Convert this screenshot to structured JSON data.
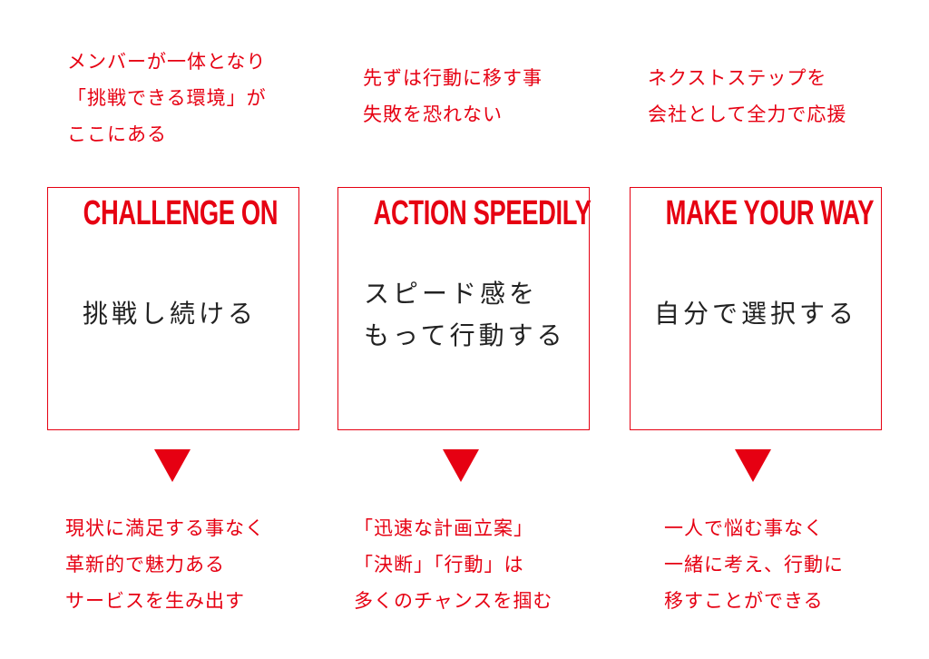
{
  "columns": [
    {
      "intro": [
        "メンバーが一体となり",
        "「挑戦できる環境」が",
        "ここにある"
      ],
      "title": "CHALLENGE ON",
      "body": [
        "挑戦し続ける"
      ],
      "result": [
        "現状に満足する事なく",
        "革新的で魅力ある",
        "サービスを生み出す"
      ]
    },
    {
      "intro": [
        "先ずは行動に移す事",
        "失敗を恐れない"
      ],
      "title": "ACTION SPEEDILY",
      "body": [
        "スピード感を",
        "もって行動する"
      ],
      "result": [
        "「迅速な計画立案」",
        "「決断」「行動」は",
        "多くのチャンスを掴む"
      ]
    },
    {
      "intro": [
        "ネクストステップを",
        "会社として全力で応援"
      ],
      "title": "MAKE YOUR WAY",
      "body": [
        "自分で選択する"
      ],
      "result": [
        "一人で悩む事なく",
        "一緒に考え、行動に",
        "移すことができる"
      ]
    }
  ],
  "colors": {
    "accent": "#e60012",
    "body_text": "#222222",
    "background": "#ffffff"
  }
}
